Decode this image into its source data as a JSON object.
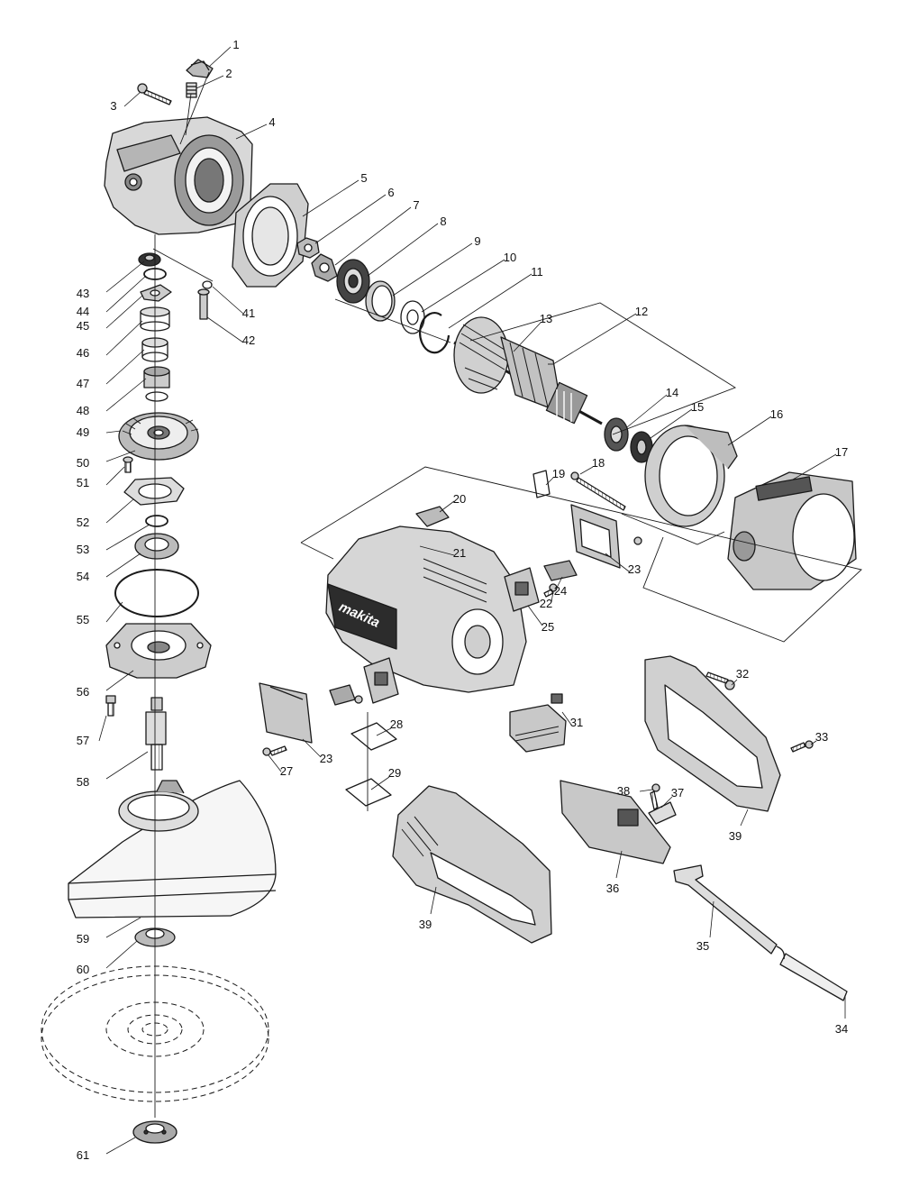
{
  "diagram": {
    "brand_label": "makita",
    "callouts": [
      {
        "id": "c1",
        "label": "1"
      },
      {
        "id": "c2",
        "label": "2"
      },
      {
        "id": "c3",
        "label": "3"
      },
      {
        "id": "c4",
        "label": "4"
      },
      {
        "id": "c5",
        "label": "5"
      },
      {
        "id": "c6",
        "label": "6"
      },
      {
        "id": "c7",
        "label": "7"
      },
      {
        "id": "c8",
        "label": "8"
      },
      {
        "id": "c9",
        "label": "9"
      },
      {
        "id": "c10",
        "label": "10"
      },
      {
        "id": "c11",
        "label": "11"
      },
      {
        "id": "c12",
        "label": "12"
      },
      {
        "id": "c13",
        "label": "13"
      },
      {
        "id": "c14",
        "label": "14"
      },
      {
        "id": "c15",
        "label": "15"
      },
      {
        "id": "c16",
        "label": "16"
      },
      {
        "id": "c17",
        "label": "17"
      },
      {
        "id": "c18",
        "label": "18"
      },
      {
        "id": "c19",
        "label": "19"
      },
      {
        "id": "c20",
        "label": "20"
      },
      {
        "id": "c21",
        "label": "21"
      },
      {
        "id": "c22",
        "label": "22"
      },
      {
        "id": "c23a",
        "label": "23"
      },
      {
        "id": "c23b",
        "label": "23"
      },
      {
        "id": "c24",
        "label": "24"
      },
      {
        "id": "c25",
        "label": "25"
      },
      {
        "id": "c27",
        "label": "27"
      },
      {
        "id": "c28",
        "label": "28"
      },
      {
        "id": "c29",
        "label": "29"
      },
      {
        "id": "c31",
        "label": "31"
      },
      {
        "id": "c32",
        "label": "32"
      },
      {
        "id": "c33",
        "label": "33"
      },
      {
        "id": "c34",
        "label": "34"
      },
      {
        "id": "c35",
        "label": "35"
      },
      {
        "id": "c36",
        "label": "36"
      },
      {
        "id": "c37",
        "label": "37"
      },
      {
        "id": "c38",
        "label": "38"
      },
      {
        "id": "c39a",
        "label": "39"
      },
      {
        "id": "c39b",
        "label": "39"
      },
      {
        "id": "c41",
        "label": "41"
      },
      {
        "id": "c42",
        "label": "42"
      },
      {
        "id": "c43",
        "label": "43"
      },
      {
        "id": "c44",
        "label": "44"
      },
      {
        "id": "c45",
        "label": "45"
      },
      {
        "id": "c46",
        "label": "46"
      },
      {
        "id": "c47",
        "label": "47"
      },
      {
        "id": "c48",
        "label": "48"
      },
      {
        "id": "c49",
        "label": "49"
      },
      {
        "id": "c50",
        "label": "50"
      },
      {
        "id": "c51",
        "label": "51"
      },
      {
        "id": "c52",
        "label": "52"
      },
      {
        "id": "c53",
        "label": "53"
      },
      {
        "id": "c54",
        "label": "54"
      },
      {
        "id": "c55",
        "label": "55"
      },
      {
        "id": "c56",
        "label": "56"
      },
      {
        "id": "c57",
        "label": "57"
      },
      {
        "id": "c58",
        "label": "58"
      },
      {
        "id": "c59",
        "label": "59"
      },
      {
        "id": "c60",
        "label": "60"
      },
      {
        "id": "c61",
        "label": "61"
      }
    ]
  }
}
